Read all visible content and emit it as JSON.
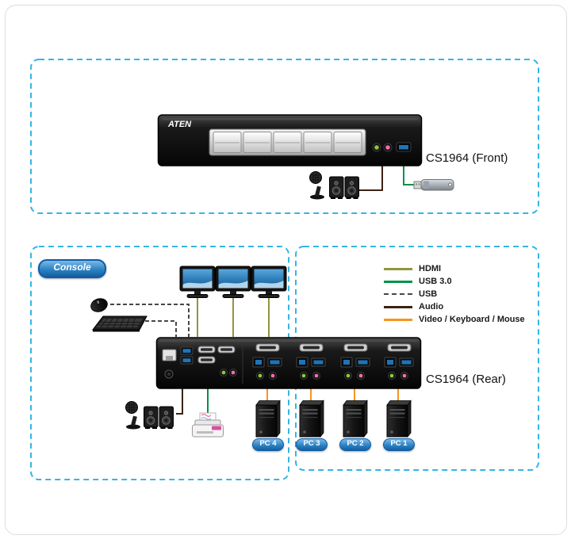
{
  "brand": "ATEN",
  "front_section": {
    "device_label": "CS1964 (Front)"
  },
  "console_section": {
    "console_label": "Console"
  },
  "rear_section": {
    "device_label": "CS1964 (Rear)",
    "pcs": [
      {
        "label": "PC 4"
      },
      {
        "label": "PC 3"
      },
      {
        "label": "PC 2"
      },
      {
        "label": "PC 1"
      }
    ]
  },
  "legend": {
    "items": [
      {
        "label": "HDMI",
        "color": "#93953D",
        "style": "solid"
      },
      {
        "label": "USB 3.0",
        "color": "#009245",
        "style": "solid"
      },
      {
        "label": "USB",
        "color": "#474747",
        "style": "dashed"
      },
      {
        "label": "Audio",
        "color": "#3B2313",
        "style": "solid"
      },
      {
        "label": "Video / Keyboard / Mouse",
        "color": "#F7941E",
        "style": "solid"
      }
    ]
  },
  "colors": {
    "panel_dashed_border": "#35B5E5",
    "pill_blue": "#1B75BB",
    "device_black": "#1A1A1A",
    "usb_port_blue": "#1B75BB"
  }
}
